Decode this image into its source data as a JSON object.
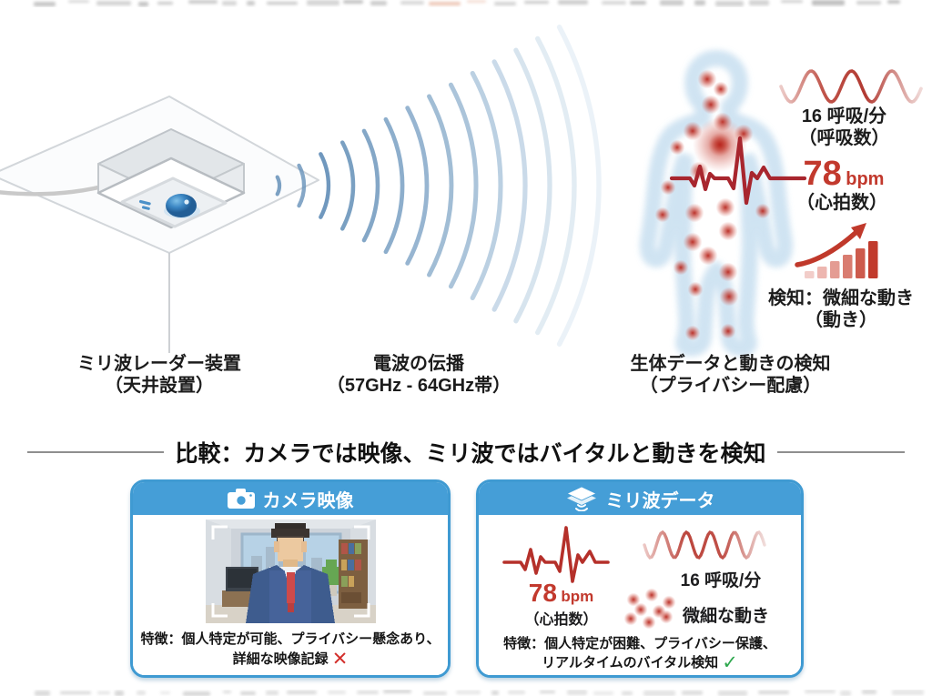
{
  "scene": {
    "device_label": {
      "line1": "ミリ波レーダー装置",
      "line2": "（天井設置）"
    },
    "propagation_label": {
      "line1": "電波の伝播",
      "line2": "（57GHz - 64GHz帯）"
    },
    "detection_label": {
      "line1": "生体データと動きの検知",
      "line2": "（プライバシー配慮）"
    },
    "breath": {
      "value": "16 呼吸/分",
      "caption": "（呼吸数）"
    },
    "heart": {
      "value": "78",
      "unit": "bpm",
      "caption": "（心拍数）"
    },
    "motion": {
      "label": "検知：微細な動き",
      "caption": "（動き）"
    }
  },
  "comparison": {
    "title": "比較：カメラでは映像、ミリ波ではバイタルと動きを検知",
    "camera_card": {
      "header": "カメラ映像",
      "feature_line1": "特徴：個人特定が可能、プライバシー懸念あり、",
      "feature_line2": "詳細な映像記録",
      "feature_mark": "✕"
    },
    "mmwave_card": {
      "header": "ミリ波データ",
      "heart": {
        "value": "78",
        "unit": "bpm",
        "caption": "（心拍数）"
      },
      "breath_label": "16 呼吸/分",
      "motion_label": "微細な動き",
      "feature_line1": "特徴：個人特定が困難、プライバシー保護、",
      "feature_line2": "リアルタイムのバイタル検知",
      "feature_mark": "✓"
    }
  },
  "colors": {
    "accent_blue": "#3f9ad2",
    "vital_red": "#c2392d",
    "ecg_red": "#a8262e",
    "check_green": "#2fa84f",
    "cross_red": "#d3302c",
    "divider_gray": "#8f8f8f"
  }
}
